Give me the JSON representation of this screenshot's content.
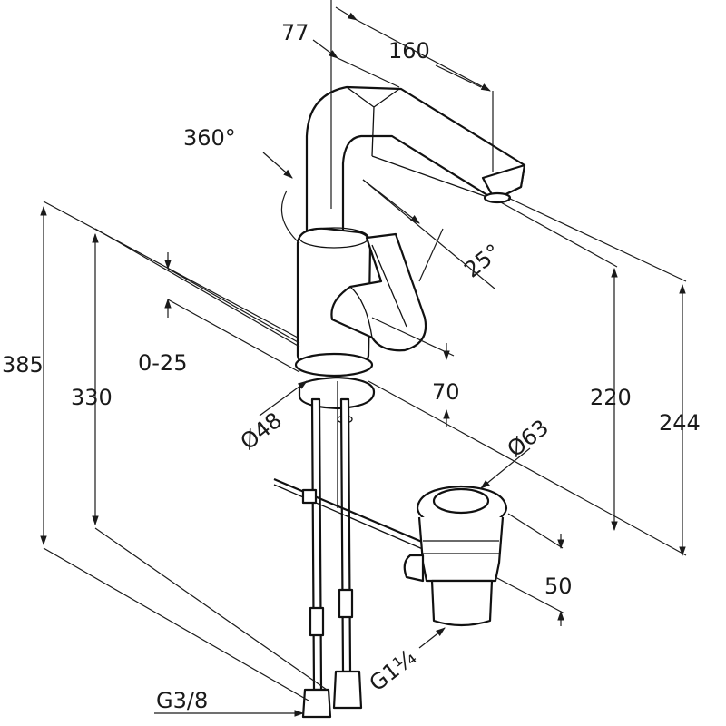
{
  "dimensions": {
    "d77": "77",
    "d160": "160",
    "d360": "360°",
    "d25deg": "25°",
    "d385": "385",
    "d330": "330",
    "d0_25": "0-25",
    "d70": "70",
    "d220": "220",
    "d244": "244",
    "dia48": "Ø48",
    "dia63": "Ø63",
    "d50": "50",
    "g1_1_4": "G1¼",
    "g3_8": "G3/8"
  }
}
